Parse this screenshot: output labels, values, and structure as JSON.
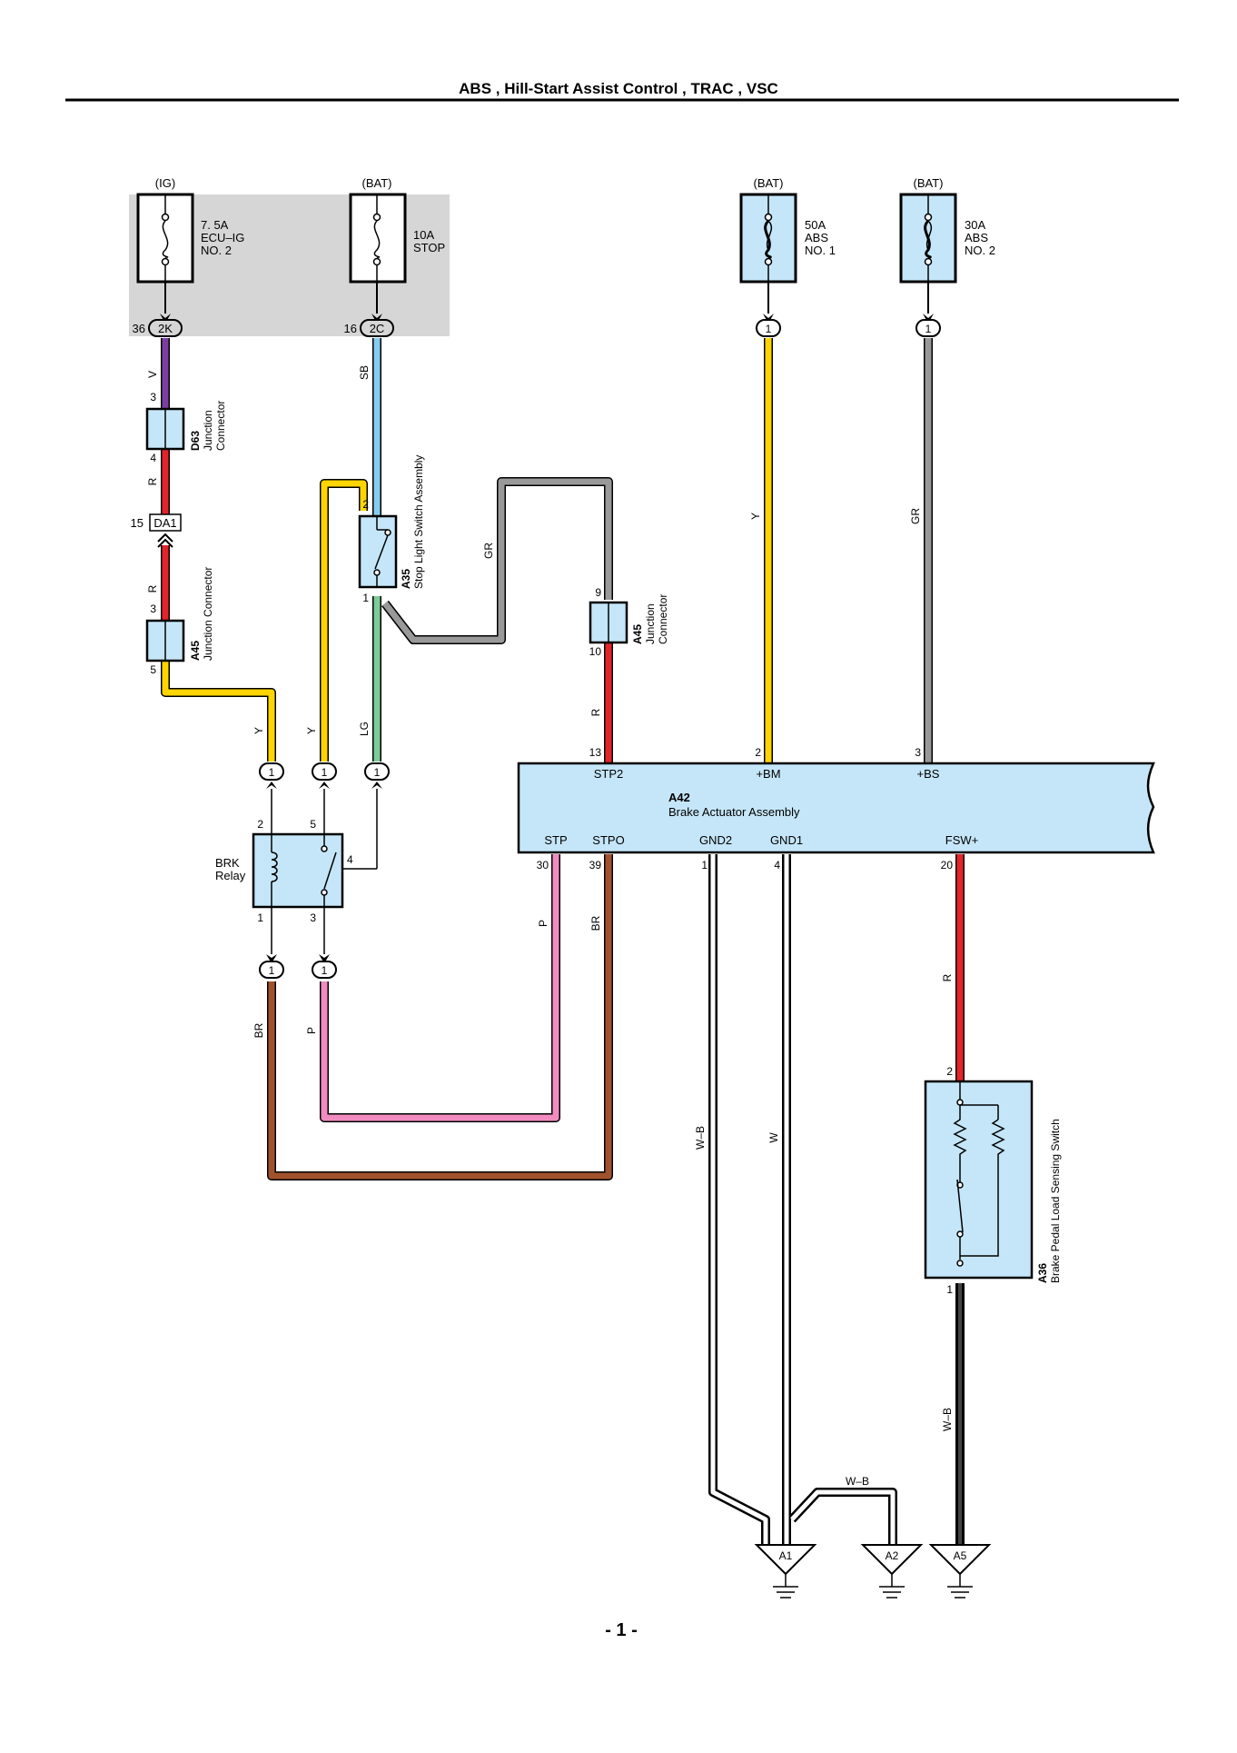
{
  "header": {
    "title": "ABS , Hill-Start Assist Control , TRAC , VSC"
  },
  "footer": {
    "page": "- 1 -"
  },
  "colors": {
    "V": "#7b3fa0",
    "R": "#e3242b",
    "Y": "#ffd500",
    "SB": "#87cdf0",
    "LG": "#7ccb98",
    "GR": "#999999",
    "P": "#f08cbf",
    "BR": "#a0522d",
    "component_fill": "#c5e6f8",
    "junction_block": "#d6d6d6"
  },
  "fuses": [
    {
      "source": "(IG)",
      "rating": "7. 5A",
      "name1": "ECU–IG",
      "name2": "NO. 2"
    },
    {
      "source": "(BAT)",
      "rating": "10A",
      "name1": "STOP",
      "name2": ""
    },
    {
      "source": "(BAT)",
      "rating": "50A",
      "name1": "ABS",
      "name2": "NO. 1"
    },
    {
      "source": "(BAT)",
      "rating": "30A",
      "name1": "ABS",
      "name2": "NO. 2"
    }
  ],
  "connectors": {
    "c2k": {
      "pin": "36",
      "label": "2K"
    },
    "c2c": {
      "pin": "16",
      "label": "2C"
    },
    "da1": {
      "pin": "15",
      "label": "DA1"
    },
    "one": "1"
  },
  "wires": {
    "v": "V",
    "r": "R",
    "y": "Y",
    "sb": "SB",
    "lg": "LG",
    "gr": "GR",
    "p": "P",
    "br": "BR",
    "wb": "W–B",
    "w": "W"
  },
  "components": {
    "d63": {
      "code": "D63",
      "name1": "Junction",
      "name2": "Connector",
      "pin_top": "3",
      "pin_bottom": "4"
    },
    "a45_left": {
      "code": "A45",
      "name": "Junction Connector",
      "pin_top": "3",
      "pin_bottom": "5"
    },
    "a35": {
      "code": "A35",
      "name": "Stop Light Switch Assembly",
      "pin_top": "2",
      "pin_bottom": "1"
    },
    "a45_mid": {
      "code": "A45",
      "name1": "Junction",
      "name2": "Connector",
      "pin_top": "9",
      "pin_bottom": "10"
    },
    "brk": {
      "name1": "BRK",
      "name2": "Relay",
      "pin2": "2",
      "pin5": "5",
      "pin4": "4",
      "pin1": "1",
      "pin3": "3"
    },
    "a42": {
      "code": "A42",
      "name": "Brake Actuator Assembly",
      "terminals_top": [
        {
          "pin": "13",
          "name": "STP2"
        },
        {
          "pin": "2",
          "name": "+BM"
        },
        {
          "pin": "3",
          "name": "+BS"
        }
      ],
      "terminals_bottom": [
        {
          "pin": "30",
          "name": "STP"
        },
        {
          "pin": "39",
          "name": "STPO"
        },
        {
          "pin": "1",
          "name": "GND2"
        },
        {
          "pin": "4",
          "name": "GND1"
        },
        {
          "pin": "20",
          "name": "FSW+"
        }
      ]
    },
    "a36": {
      "code": "A36",
      "name": "Brake Pedal Load Sensing Switch",
      "pin_top": "2",
      "pin_bottom": "1"
    }
  },
  "grounds": [
    "A1",
    "A2",
    "A5"
  ]
}
